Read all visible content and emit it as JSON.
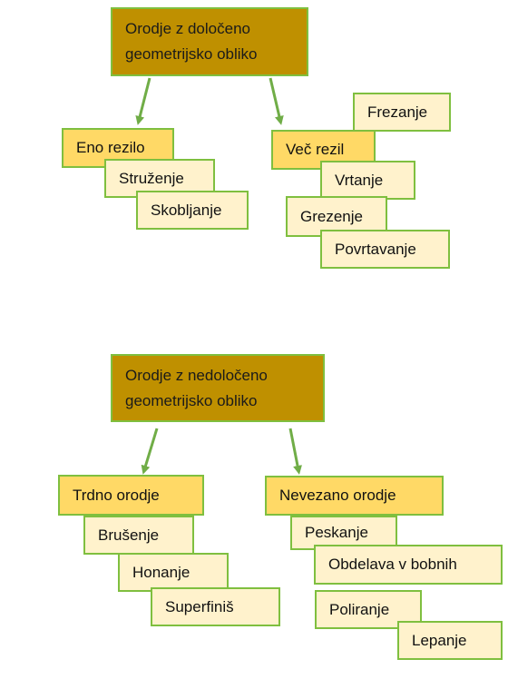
{
  "colors": {
    "root_fill": "#bf9000",
    "category_fill": "#ffd966",
    "leaf_fill": "#fff2cc",
    "border": "#7fbf3f",
    "arrow": "#70ad47"
  },
  "diagram1": {
    "root": "Orodje z določeno geometrijsko obliko",
    "left": {
      "label": "Eno rezilo",
      "items": [
        "Struženje",
        "Skobljanje"
      ]
    },
    "right": {
      "label": "Več rezil",
      "items": [
        "Frezanje",
        "Vrtanje",
        "Grezenje",
        "Povrtavanje"
      ]
    }
  },
  "diagram2": {
    "root": "Orodje z nedoločeno geometrijsko obliko",
    "left": {
      "label": "Trdno orodje",
      "items": [
        "Brušenje",
        "Honanje",
        "Superfiniš"
      ]
    },
    "right": {
      "label": "Nevezano orodje",
      "items": [
        "Peskanje",
        "Obdelava v bobnih",
        "Poliranje",
        "Lepanje"
      ]
    }
  }
}
